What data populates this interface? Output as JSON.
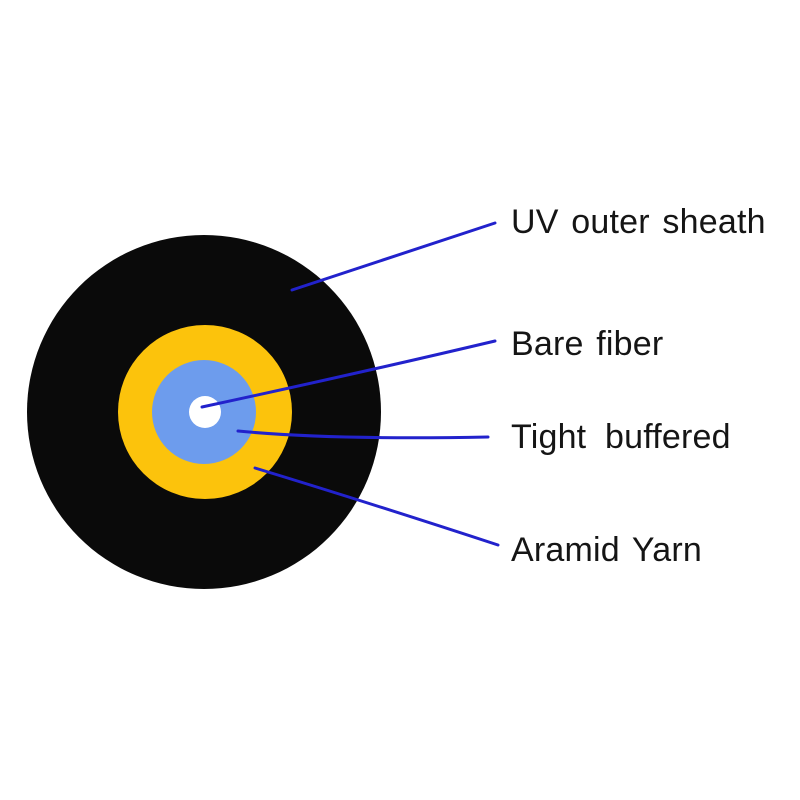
{
  "diagram": {
    "type": "cable-cross-section",
    "layers": [
      {
        "id": "uv-outer-sheath",
        "label": "UV outer sheath",
        "color": "#0a0a0a"
      },
      {
        "id": "aramid-yarn",
        "label": "Aramid Yarn",
        "color": "#fcc30c"
      },
      {
        "id": "tight-buffered",
        "label": "Tight buffered",
        "color": "#6d9ced"
      },
      {
        "id": "bare-fiber",
        "label": "Bare fiber",
        "color": "#ffffff"
      }
    ]
  },
  "labels": [
    {
      "id": "uv-outer-sheath",
      "text": "UV outer sheath"
    },
    {
      "id": "bare-fiber",
      "text": "Bare fiber"
    },
    {
      "id": "tight-buffered",
      "text": "Tight buffered"
    },
    {
      "id": "aramid-yarn",
      "text": "Aramid Yarn"
    }
  ],
  "colors": {
    "outer_sheath": "#0a0a0a",
    "aramid_yarn": "#fcc30c",
    "tight_buffer": "#6d9ced",
    "bare_fiber": "#ffffff",
    "leader_line": "#2222cc",
    "label_text": "#151515",
    "background": "#ffffff"
  }
}
